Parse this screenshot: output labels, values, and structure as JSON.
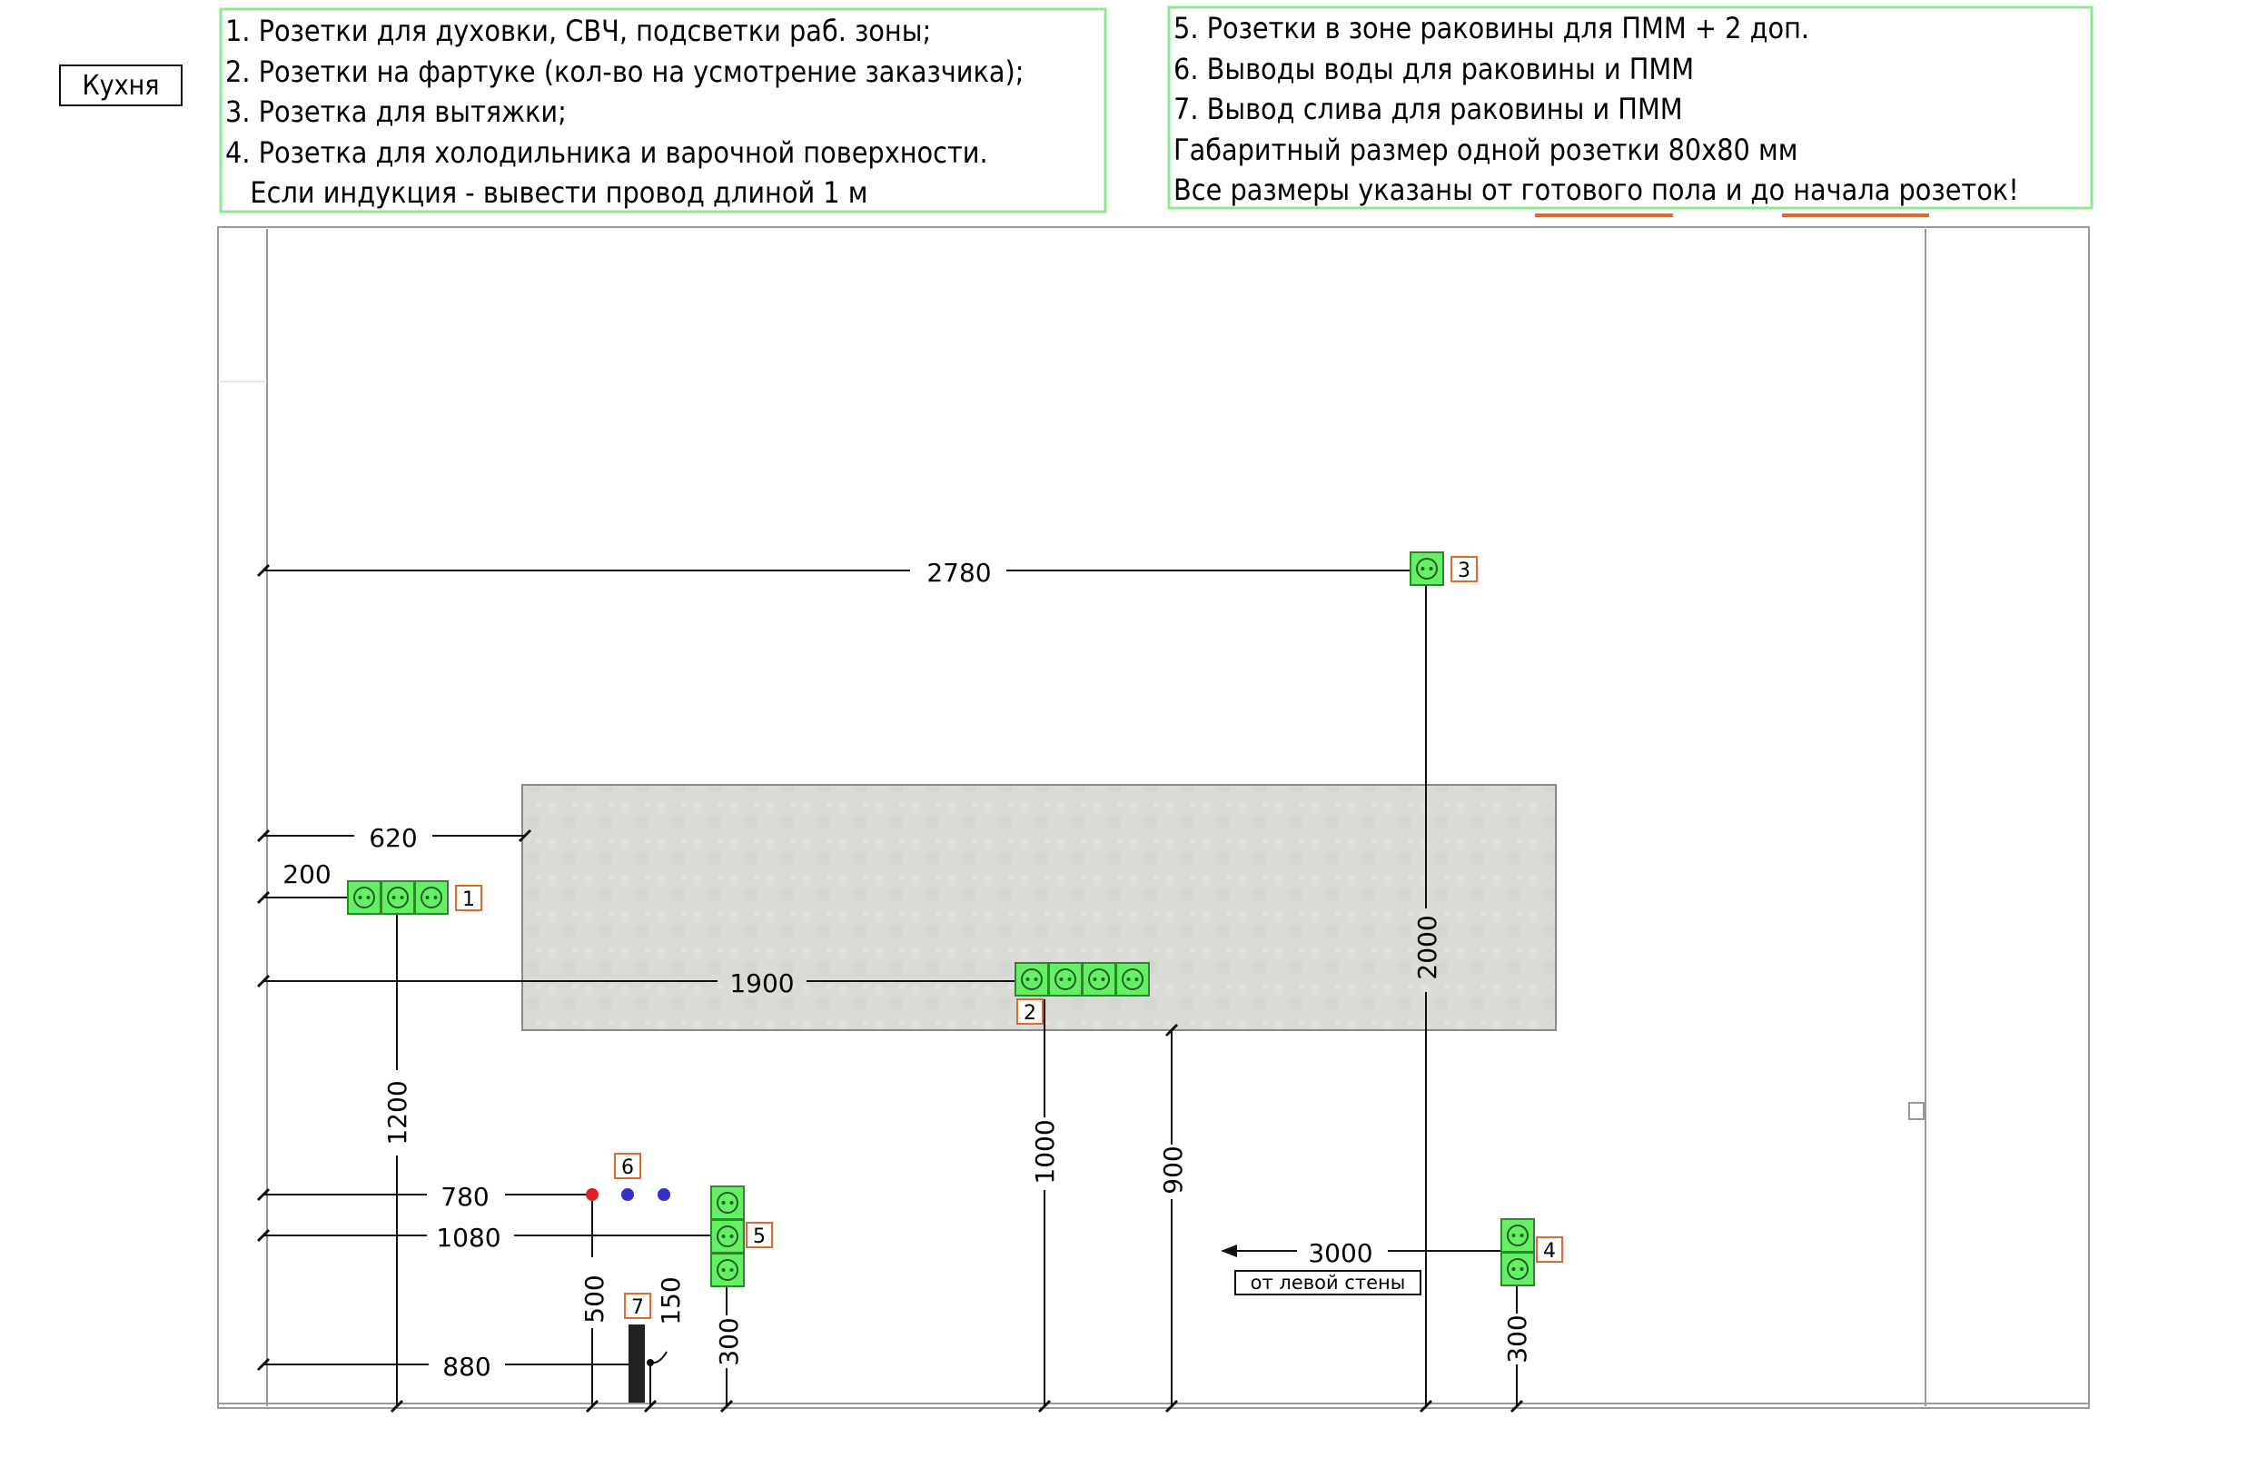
{
  "room_label": "Кухня",
  "notes_left": [
    "1. Розетки для духовки, СВЧ, подсветки раб. зоны;",
    "2. Розетки на фартуке (кол-во на усмотрение заказчика);",
    "3. Розетка для вытяжки;",
    "4. Розетка для холодильника и варочной поверхности.",
    "   Если индукция - вывести провод длиной 1 м"
  ],
  "notes_right": [
    "5. Розетки в зоне раковины для ПММ + 2 доп.",
    "6. Выводы воды для раковины и ПММ",
    "7. Вывод слива для раковины и ПММ",
    "Габаритный размер одной розетки 80х80 мм",
    "Все размеры указаны от готового пола и до начала розеток!"
  ],
  "dimensions": {
    "d2780": "2780",
    "d620": "620",
    "d200": "200",
    "d1900": "1900",
    "d1200": "1200",
    "d2000": "2000",
    "d1000": "1000",
    "d900": "900",
    "d780": "780",
    "d1080": "1080",
    "d880": "880",
    "d500": "500",
    "d150": "150",
    "d300a": "300",
    "d300b": "300",
    "d3000": "3000"
  },
  "from_left_wall": "от левой стены",
  "markers": {
    "m1": "1",
    "m2": "2",
    "m3": "3",
    "m4": "4",
    "m5": "5",
    "m6": "6",
    "m7": "7"
  },
  "colors": {
    "socket_fill": "#66ee66",
    "socket_stroke": "#2a8a2a",
    "note_border": "#8fe88f",
    "marker_border": "#e06a2a",
    "underline": "#e06a2a",
    "water_hot": "#dd2222",
    "water_cold": "#3333cc",
    "countertop": "#dcdcd9"
  },
  "icons": {
    "socket": "socket-icon",
    "water_outlet": "water-outlet-icon",
    "drain": "drain-pipe-icon",
    "arrow": "arrow-left-icon"
  }
}
